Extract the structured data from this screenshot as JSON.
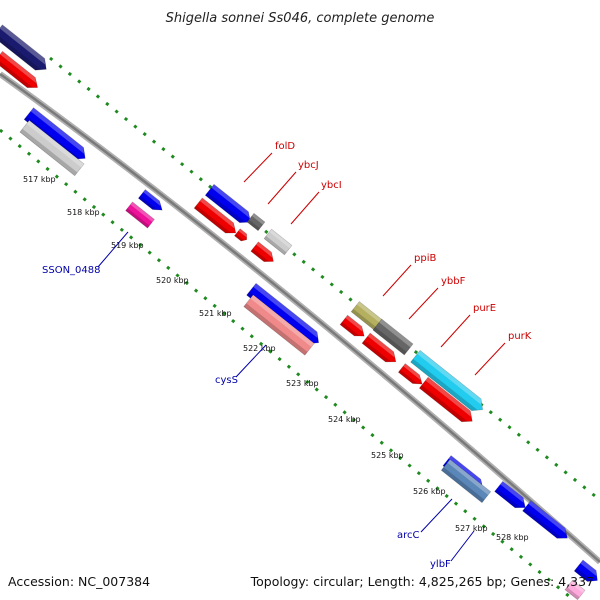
{
  "title": "Shigella sonnei Ss046, complete genome",
  "footer": {
    "accession": "Accession: NC_007384",
    "summary": "Topology: circular; Length: 4,825,265 bp; Genes: 4,337"
  },
  "colors": {
    "backbone": "#8c8c8c",
    "tick": "#1f8a1f",
    "label_red": "#cc0000",
    "label_blue": "#0000aa"
  },
  "ticks": [
    {
      "label": "517 kbp"
    },
    {
      "label": "518 kbp"
    },
    {
      "label": "519 kbp"
    },
    {
      "label": "520 kbp"
    },
    {
      "label": "521 kbp"
    },
    {
      "label": "522 kbp"
    },
    {
      "label": "523 kbp"
    },
    {
      "label": "524 kbp"
    },
    {
      "label": "525 kbp"
    },
    {
      "label": "526 kbp"
    },
    {
      "label": "527 kbp"
    },
    {
      "label": "528 kbp"
    }
  ],
  "features": [
    {
      "name": "",
      "color": "#1a1a6e"
    },
    {
      "name": "",
      "color": "#ee0000"
    },
    {
      "name": "",
      "color": "#0000ee"
    },
    {
      "name": "",
      "color": "#cccccc"
    },
    {
      "name": "",
      "color": "#0000ee"
    },
    {
      "name": "",
      "color": "#ee1199"
    },
    {
      "name": "folD",
      "color": "#0000ee"
    },
    {
      "name": "",
      "color": "#666666"
    },
    {
      "name": "",
      "color": "#ee0000"
    },
    {
      "name": "",
      "color": "#ee0000"
    },
    {
      "name": "ybcJ",
      "color": "#cccccc"
    },
    {
      "name": "ybcI",
      "color": "#ee0000"
    },
    {
      "name": "",
      "color": "#0000ee"
    },
    {
      "name": "cysS",
      "color": "#f08a8a"
    },
    {
      "name": "ppiB",
      "color": "#b5b060"
    },
    {
      "name": "ybbF",
      "color": "#666666"
    },
    {
      "name": "",
      "color": "#ee0000"
    },
    {
      "name": "",
      "color": "#ee0000"
    },
    {
      "name": "purE",
      "color": "#ee0000"
    },
    {
      "name": "purK",
      "color": "#22ccee"
    },
    {
      "name": "",
      "color": "#ee0000"
    },
    {
      "name": "",
      "color": "#0000ee"
    },
    {
      "name": "arcC",
      "color": "#5a86b8"
    },
    {
      "name": "",
      "color": "#0000ee"
    },
    {
      "name": "ylbF",
      "color": "#0000ee"
    },
    {
      "name": "",
      "color": "#0000ee"
    },
    {
      "name": "",
      "color": "#ffaadd"
    }
  ],
  "labels": [
    {
      "text": "folD"
    },
    {
      "text": "ybcJ"
    },
    {
      "text": "ybcI"
    },
    {
      "text": "ppiB"
    },
    {
      "text": "ybbF"
    },
    {
      "text": "purE"
    },
    {
      "text": "purK"
    },
    {
      "text": "SSON_0488"
    },
    {
      "text": "cysS"
    },
    {
      "text": "arcC"
    },
    {
      "text": "ylbF"
    }
  ]
}
